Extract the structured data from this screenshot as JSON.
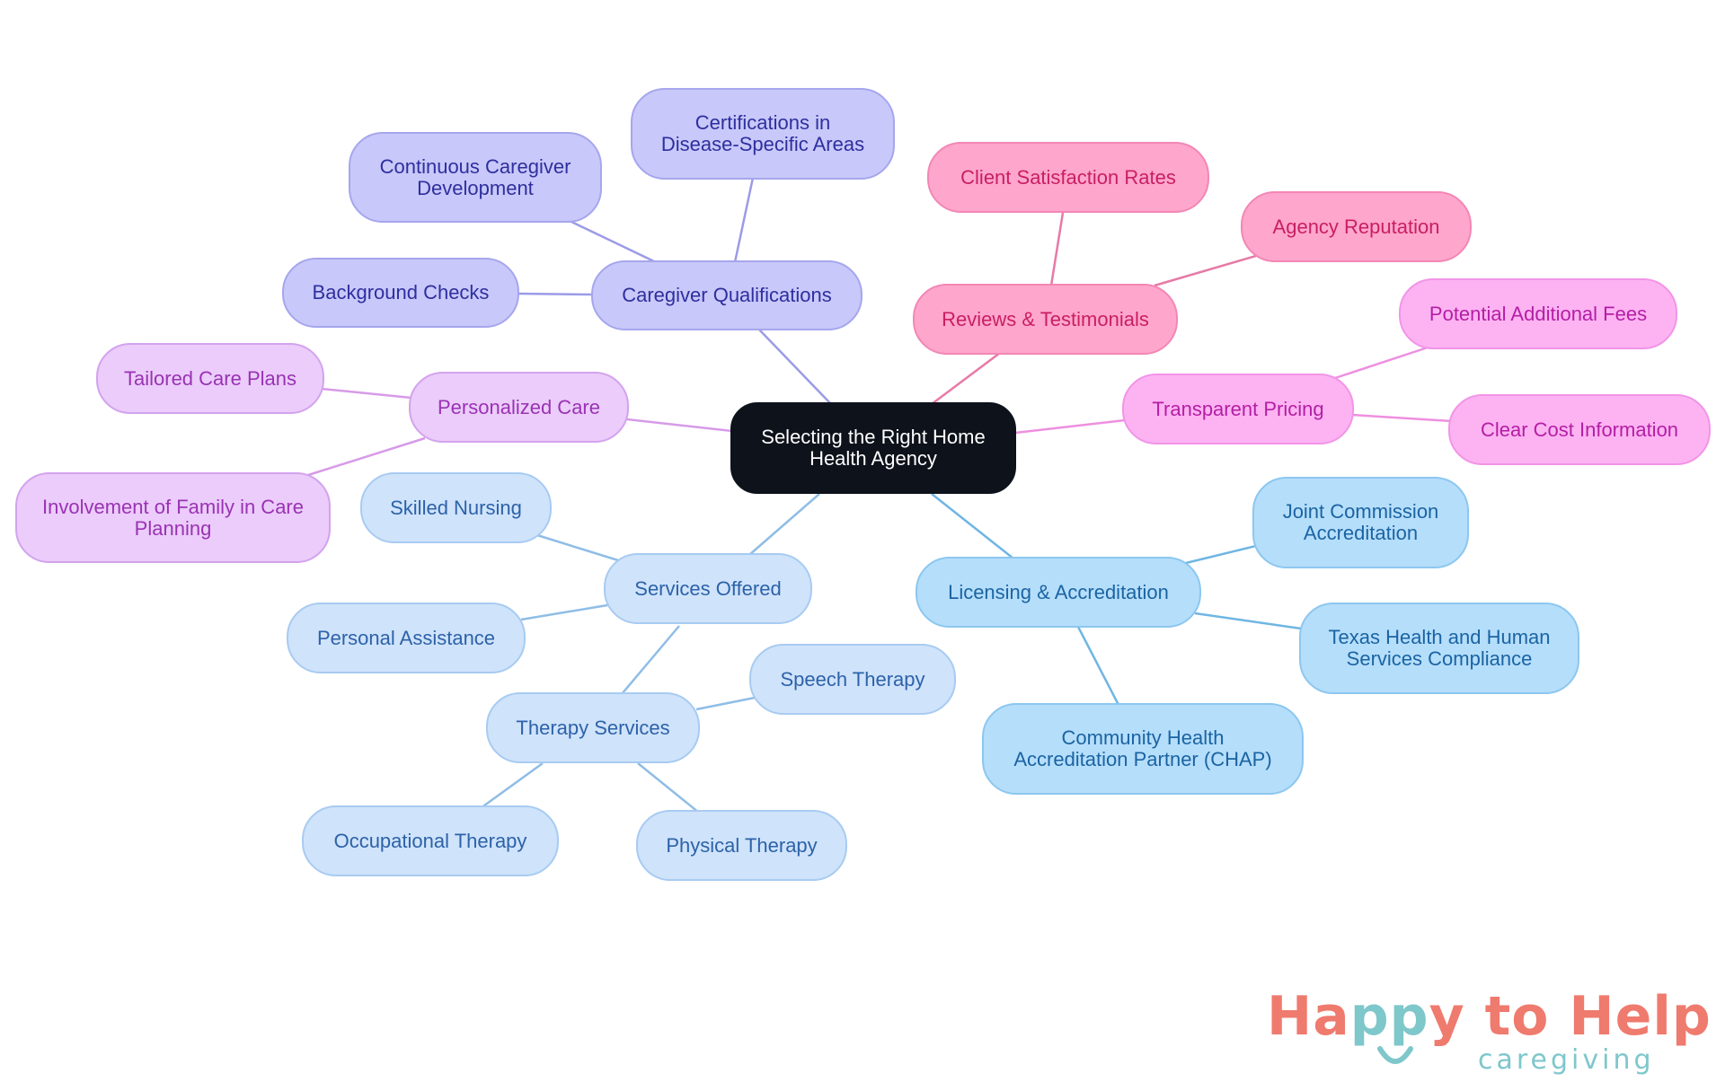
{
  "mindmap": {
    "root": [
      "Selecting the Right Home",
      "Health Agency"
    ],
    "branches": {
      "caregiver_qualifications": {
        "label": [
          "Caregiver Qualifications"
        ],
        "children": {
          "certifications": [
            "Certifications in",
            "Disease-Specific Areas"
          ],
          "continuous_development": [
            "Continuous Caregiver",
            "Development"
          ],
          "background_checks": [
            "Background Checks"
          ]
        }
      },
      "personalized_care": {
        "label": [
          "Personalized Care"
        ],
        "children": {
          "tailored_plans": [
            "Tailored Care Plans"
          ],
          "family_involvement": [
            "Involvement of Family in Care",
            "Planning"
          ]
        }
      },
      "services_offered": {
        "label": [
          "Services Offered"
        ],
        "children": {
          "skilled_nursing": [
            "Skilled Nursing"
          ],
          "personal_assistance": [
            "Personal Assistance"
          ],
          "therapy_services": [
            "Therapy Services"
          ]
        }
      },
      "therapy_services": {
        "children": {
          "speech_therapy": [
            "Speech Therapy"
          ],
          "occupational_therapy": [
            "Occupational Therapy"
          ],
          "physical_therapy": [
            "Physical Therapy"
          ]
        }
      },
      "licensing_accreditation": {
        "label": [
          "Licensing & Accreditation"
        ],
        "children": {
          "joint_commission": [
            "Joint Commission",
            "Accreditation"
          ],
          "texas_hhs": [
            "Texas Health and Human",
            "Services Compliance"
          ],
          "chap": [
            "Community Health",
            "Accreditation Partner (CHAP)"
          ]
        }
      },
      "reviews_testimonials": {
        "label": [
          "Reviews & Testimonials"
        ],
        "children": {
          "client_satisfaction": [
            "Client Satisfaction Rates"
          ],
          "agency_reputation": [
            "Agency Reputation"
          ]
        }
      },
      "transparent_pricing": {
        "label": [
          "Transparent Pricing"
        ],
        "children": {
          "additional_fees": [
            "Potential Additional Fees"
          ],
          "clear_cost": [
            "Clear Cost Information"
          ]
        }
      }
    }
  },
  "logo": {
    "word1": "Ha",
    "word1_teal": "pp",
    "word1_rest": "y",
    "word2": "to Help",
    "subtitle": "caregiving"
  },
  "colors": {
    "violet_edge": "#9b9be8",
    "purple_edge": "#d79be8",
    "lightblue_edge": "#8fbde6",
    "sky_edge": "#6fb6e3",
    "pink_edge": "#e77aa6",
    "magenta_edge": "#ee8fe0"
  }
}
